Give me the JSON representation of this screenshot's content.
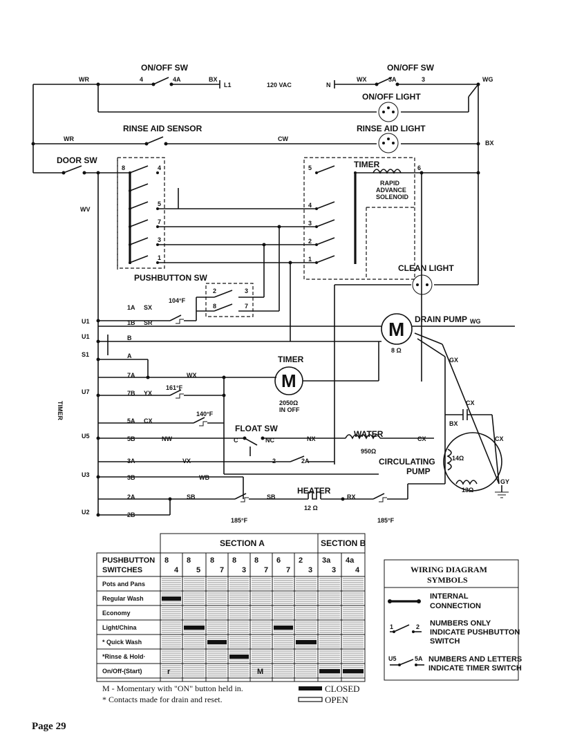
{
  "top": {
    "onoff_sw_left": "ON/OFF SW",
    "onoff_sw_right": "ON/OFF SW",
    "wr_left": "WR",
    "t4": "4",
    "t4a": "4A",
    "bx_l1": "BX",
    "l1": "L1",
    "vac": "120 VAC",
    "n": "N",
    "wx": "WX",
    "t3a": "3A",
    "t3": "3",
    "wg": "WG",
    "onoff_light": "ON/OFF LIGHT",
    "rinse_aid_sensor": "RINSE AID SENSOR",
    "rinse_aid_light": "RINSE AID LIGHT",
    "wr2": "WR",
    "cw": "CW",
    "bx": "BX",
    "door_sw": "DOOR SW",
    "timer_top": "TIMER",
    "rapid_advance": [
      "RAPID",
      "ADVANCE",
      "SOLENOID"
    ],
    "wv": "WV",
    "pushbutton_sw": "PUSHBUTTON SW",
    "clean_light": "CLEAN LIGHT",
    "drain_pump": "DRAIN PUMP",
    "drain_ohm": "8 Ω",
    "timer_motor": "TIMER",
    "timer_motor_spec": [
      "2050Ω",
      "IN OFF"
    ],
    "float_sw": "FLOAT SW",
    "water": "WATER",
    "water_ohm": "950Ω",
    "circulating_pump": [
      "CIRCULATING",
      "PUMP"
    ],
    "heater": "HEATER",
    "heater_ohm": "12 Ω",
    "gy": "GY",
    "ohm14": "14Ω",
    "ohm13": "13Ω",
    "t185a": "185°F",
    "t185b": "185°F",
    "t104": "104°F",
    "t161": "161°F",
    "t140": "140°F",
    "timer_side": "TIMER",
    "left_terminals": [
      "U1",
      "U1",
      "S1",
      "U7",
      "U5",
      "U3",
      "U2"
    ],
    "contact_labels": [
      "1A",
      "1B",
      "B",
      "A",
      "7A",
      "7B",
      "5A",
      "5B",
      "3A",
      "3B",
      "2A",
      "2B"
    ],
    "wire_codes": {
      "sx": "SX",
      "sr": "SR",
      "wx2": "WX",
      "yx": "YX",
      "cx": "CX",
      "nw": "NW",
      "vx": "VX",
      "wb": "WB",
      "sb": "SB",
      "sb2": "SB",
      "rx": "RX",
      "nx": "NX",
      "cx2": "CX",
      "gx": "GX",
      "cx3": "CX",
      "bx2": "BX",
      "cx4": "CX",
      "wg2": "WG"
    },
    "float_terms": {
      "c": "C",
      "nc": "NC",
      "two": "2",
      "twoA": "2A"
    },
    "pb_terms": [
      "8",
      "4",
      "5",
      "7",
      "3",
      "1"
    ],
    "timer_terms": [
      "5",
      "6",
      "4",
      "3",
      "2",
      "1"
    ],
    "pb_small": {
      "t2": "2",
      "t3": "3",
      "t8": "8",
      "t7": "7"
    }
  },
  "table": {
    "section_a": "SECTION A",
    "section_b": "SECTION B",
    "header_label": [
      "PUSHBUTTON",
      "SWITCHES"
    ],
    "columns": [
      {
        "top": "8",
        "bottom": "4"
      },
      {
        "top": "8",
        "bottom": "5"
      },
      {
        "top": "8",
        "bottom": "7"
      },
      {
        "top": "8",
        "bottom": "3"
      },
      {
        "top": "8",
        "bottom": "7"
      },
      {
        "top": "6",
        "bottom": "7"
      },
      {
        "top": "2",
        "bottom": "3"
      },
      {
        "top": "3a",
        "bottom": "3"
      },
      {
        "top": "4a",
        "bottom": "4"
      }
    ],
    "rows": [
      {
        "label": "Pots and Pans",
        "closed": []
      },
      {
        "label": "Regular Wash",
        "closed": [
          0
        ]
      },
      {
        "label": "Economy",
        "closed": []
      },
      {
        "label": "Light/China",
        "closed": [
          1,
          5
        ]
      },
      {
        "label": "* Quick Wash",
        "closed": [
          2,
          6
        ]
      },
      {
        "label": "*Rinse & Hold·",
        "closed": [
          3
        ]
      },
      {
        "label": "On/Off-(Start)",
        "closed": [
          7,
          8
        ],
        "marks": {
          "0": "r",
          "4": "M"
        }
      }
    ],
    "note_m": "M - Momentary with \"ON\" button held in.",
    "note_star": "* Contacts made for drain and reset.",
    "legend_closed": "CLOSED",
    "legend_open": "OPEN"
  },
  "symbols": {
    "title": [
      "WIRING DIAGRAM",
      "SYMBOLS"
    ],
    "internal": [
      "INTERNAL",
      "CONNECTION"
    ],
    "numbers_only": [
      "NUMBERS ONLY",
      "INDICATE PUSHBUTTON",
      "SWITCH"
    ],
    "numbers_letters": [
      "NUMBERS AND LETTERS",
      "INDICATE TIMER SWITCH"
    ],
    "ex1": "1",
    "ex2": "2",
    "exu5": "U5",
    "ex5a": "5A"
  },
  "page": "Page 29"
}
